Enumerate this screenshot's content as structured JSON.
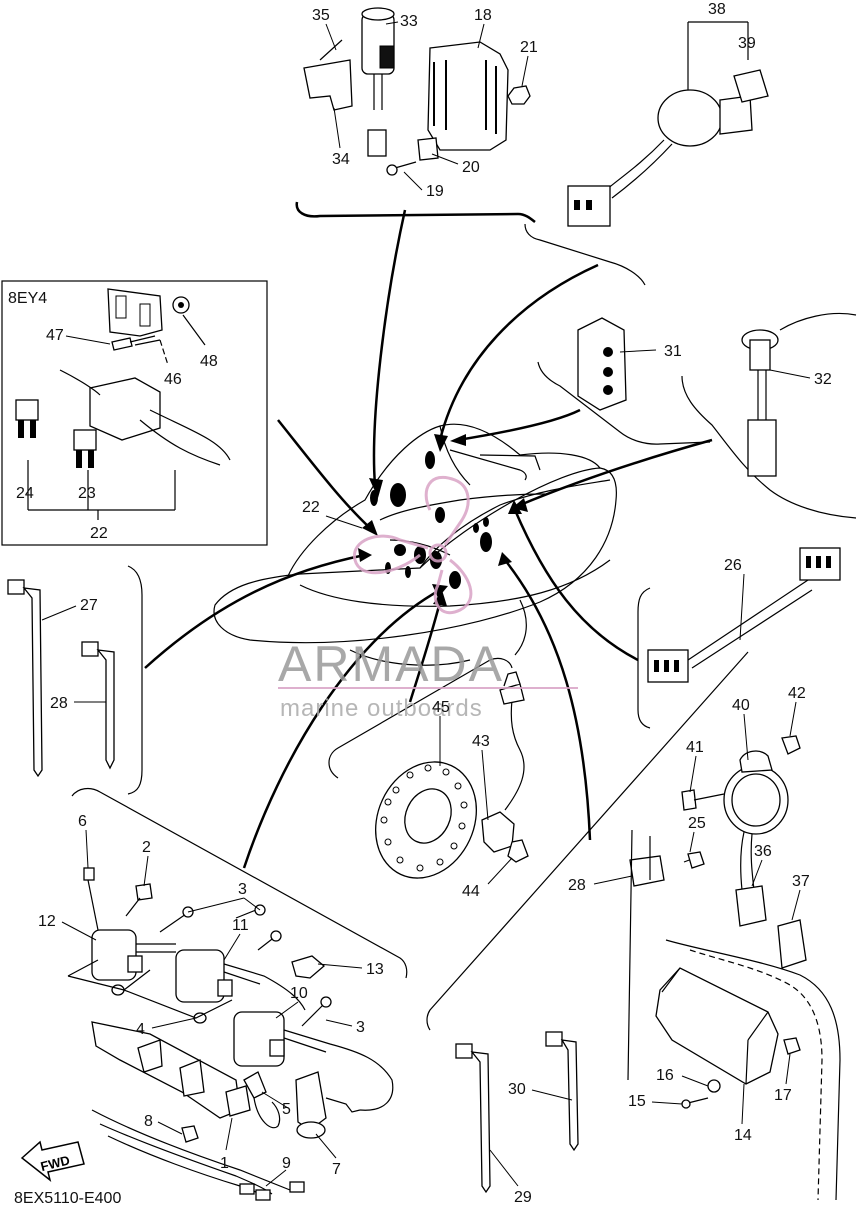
{
  "diagram_code": "8EX5110-E400",
  "inset_label": "8EY4",
  "direction_label": "FWD",
  "watermark": {
    "brand": "ARMADA",
    "tagline": "marine outboards",
    "accent_color": "#d9a3c6"
  },
  "callouts": [
    {
      "id": "c35",
      "text": "35"
    },
    {
      "id": "c33",
      "text": "33"
    },
    {
      "id": "c18",
      "text": "18"
    },
    {
      "id": "c21",
      "text": "21"
    },
    {
      "id": "c34",
      "text": "34"
    },
    {
      "id": "c20",
      "text": "20"
    },
    {
      "id": "c19",
      "text": "19"
    },
    {
      "id": "c38",
      "text": "38"
    },
    {
      "id": "c39",
      "text": "39"
    },
    {
      "id": "c47",
      "text": "47"
    },
    {
      "id": "c46",
      "text": "46"
    },
    {
      "id": "c48",
      "text": "48"
    },
    {
      "id": "c24",
      "text": "24"
    },
    {
      "id": "c23",
      "text": "23"
    },
    {
      "id": "c22a",
      "text": "22"
    },
    {
      "id": "c31",
      "text": "31"
    },
    {
      "id": "c32",
      "text": "32"
    },
    {
      "id": "c22b",
      "text": "22"
    },
    {
      "id": "c27",
      "text": "27"
    },
    {
      "id": "c28a",
      "text": "28"
    },
    {
      "id": "c26",
      "text": "26"
    },
    {
      "id": "c45",
      "text": "45"
    },
    {
      "id": "c43",
      "text": "43"
    },
    {
      "id": "c44",
      "text": "44"
    },
    {
      "id": "c40",
      "text": "40"
    },
    {
      "id": "c42",
      "text": "42"
    },
    {
      "id": "c41",
      "text": "41"
    },
    {
      "id": "c25",
      "text": "25"
    },
    {
      "id": "c28b",
      "text": "28"
    },
    {
      "id": "c36",
      "text": "36"
    },
    {
      "id": "c37",
      "text": "37"
    },
    {
      "id": "c6",
      "text": "6"
    },
    {
      "id": "c2",
      "text": "2"
    },
    {
      "id": "c3a",
      "text": "3"
    },
    {
      "id": "c12",
      "text": "12"
    },
    {
      "id": "c11",
      "text": "11"
    },
    {
      "id": "c13",
      "text": "13"
    },
    {
      "id": "c10",
      "text": "10"
    },
    {
      "id": "c3b",
      "text": "3"
    },
    {
      "id": "c4",
      "text": "4"
    },
    {
      "id": "c5",
      "text": "5"
    },
    {
      "id": "c8",
      "text": "8"
    },
    {
      "id": "c1",
      "text": "1"
    },
    {
      "id": "c9",
      "text": "9"
    },
    {
      "id": "c7",
      "text": "7"
    },
    {
      "id": "c30",
      "text": "30"
    },
    {
      "id": "c29",
      "text": "29"
    },
    {
      "id": "c16",
      "text": "16"
    },
    {
      "id": "c15",
      "text": "15"
    },
    {
      "id": "c17",
      "text": "17"
    },
    {
      "id": "c14",
      "text": "14"
    }
  ]
}
